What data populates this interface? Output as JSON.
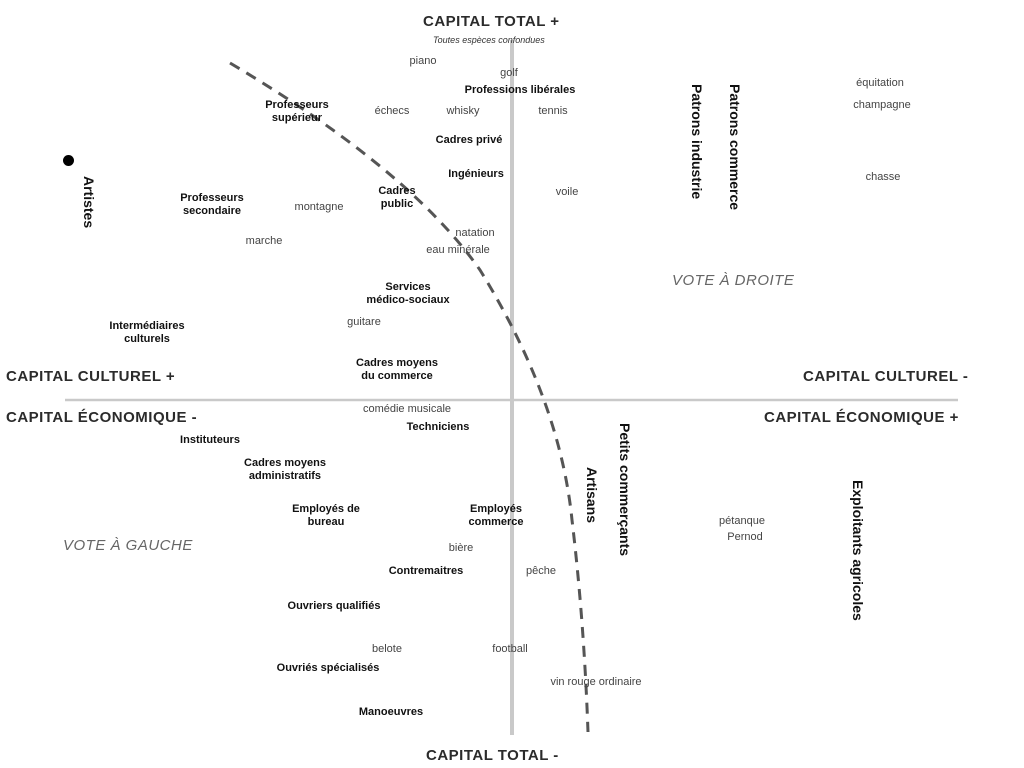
{
  "poles": {
    "top": "CAPITAL TOTAL +",
    "top_sub": "Toutes espèces confondues",
    "bottom": "CAPITAL TOTAL -",
    "left_upper": "CAPITAL CULTUREL +",
    "right_upper": "CAPITAL CULTUREL -",
    "left_lower": "CAPITAL ÉCONOMIQUE -",
    "right_lower": "CAPITAL ÉCONOMIQUE +"
  },
  "votes": {
    "right": "VOTE À DROITE",
    "left": "VOTE À GAUCHE"
  },
  "groups": {
    "professions_liberales": "Professions libérales",
    "professeurs_superieur": "Professeurs\nsupérieur",
    "cadres_prive": "Cadres privé",
    "ingenieurs": "Ingénieurs",
    "cadres_public": "Cadres\npublic",
    "professeurs_secondaire": "Professeurs\nsecondaire",
    "services_medico_sociaux": "Services\nmédico-sociaux",
    "intermediaires_culturels": "Intermédiaires\nculturels",
    "cadres_moyens_commerce": "Cadres moyens\ndu commerce",
    "techniciens": "Techniciens",
    "instituteurs": "Instituteurs",
    "cadres_moyens_administratifs": "Cadres moyens\nadministratifs",
    "employes_bureau": "Employés de\nbureau",
    "employes_commerce": "Employés\ncommerce",
    "contremaitres": "Contremaitres",
    "ouvriers_qualifies": "Ouvriers qualifiés",
    "ouvriers_specialises": "Ouvriés spécialisés",
    "manoeuvres": "Manoeuvres"
  },
  "vertical_groups": {
    "artistes": "Artistes",
    "patrons_industrie": "Patrons industrie",
    "patrons_commerce": "Patrons commerce",
    "petits_commercants": "Petits commerçants",
    "artisans": "Artisans",
    "exploitants_agricoles": "Exploitants agricoles"
  },
  "practices": {
    "piano": "piano",
    "golf": "golf",
    "echecs": "échecs",
    "whisky": "whisky",
    "tennis": "tennis",
    "equitation": "équitation",
    "champagne": "champagne",
    "chasse": "chasse",
    "voile": "voile",
    "montagne": "montagne",
    "natation": "natation",
    "eau_minerale": "eau minérale",
    "marche": "marche",
    "guitare": "guitare",
    "comedie_musicale": "comédie musicale",
    "petanque": "pétanque",
    "pernod": "Pernod",
    "biere": "bière",
    "peche": "pêche",
    "belote": "belote",
    "football": "football",
    "vin_rouge_ordinaire": "vin rouge ordinaire"
  },
  "colors": {
    "axis": "#cccccc",
    "divider": "#555555",
    "text": "#1a1a1a",
    "vote": "#666666"
  }
}
